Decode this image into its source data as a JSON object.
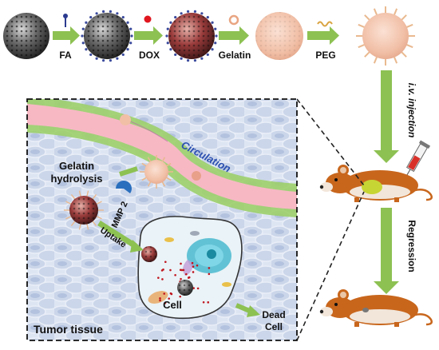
{
  "steps": [
    {
      "label": "FA"
    },
    {
      "label": "DOX"
    },
    {
      "label": "Gelatin"
    },
    {
      "label": "PEG"
    }
  ],
  "vertical": {
    "injection": "i.v. injection",
    "regression": "Regression"
  },
  "inset": {
    "gelatin_line1": "Gelatin",
    "gelatin_line2": "hydrolysis",
    "mmp": "MMP 2",
    "circulation": "Circulation",
    "uptake": "Uptake",
    "cell": "Cell",
    "dead_line1": "Dead",
    "dead_line2": "Cell",
    "tumor": "Tumor tissue"
  },
  "colors": {
    "arrow": "#8dc152",
    "vessel": "#f7b8c4",
    "nanoparticle_dox": "#8b2c2c",
    "gelatin_coat": "#f2c0aa",
    "mouse": "#c8661c"
  }
}
